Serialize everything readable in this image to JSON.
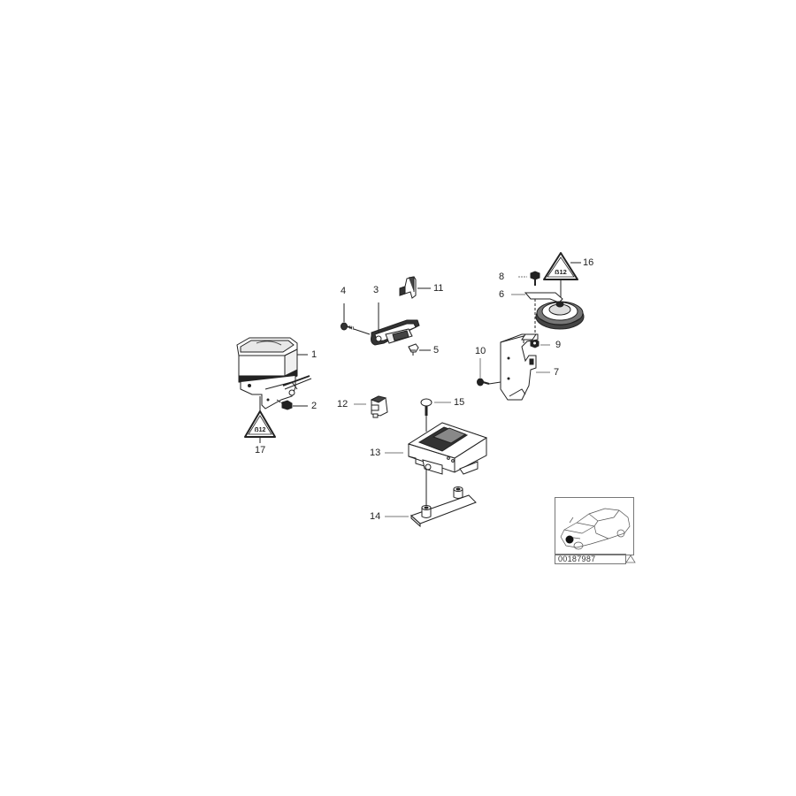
{
  "diagram": {
    "type": "exploded-parts-diagram",
    "background": "#ffffff",
    "line_color": "#222222",
    "callouts": [
      {
        "number": "1",
        "part": "relay-module"
      },
      {
        "number": "2",
        "part": "hex-nut"
      },
      {
        "number": "3",
        "part": "connector-holder"
      },
      {
        "number": "4",
        "part": "screw"
      },
      {
        "number": "5",
        "part": "clip"
      },
      {
        "number": "6",
        "part": "horn-bracket"
      },
      {
        "number": "7",
        "part": "mounting-bracket"
      },
      {
        "number": "8",
        "part": "bolt"
      },
      {
        "number": "9",
        "part": "nut"
      },
      {
        "number": "10",
        "part": "bolt"
      },
      {
        "number": "11",
        "part": "clip"
      },
      {
        "number": "12",
        "part": "connector"
      },
      {
        "number": "13",
        "part": "control-unit"
      },
      {
        "number": "14",
        "part": "base-plate"
      },
      {
        "number": "15",
        "part": "bolt"
      },
      {
        "number": "16",
        "part": "warning-label"
      },
      {
        "number": "17",
        "part": "warning-label"
      }
    ]
  },
  "labels": {
    "c1": "1",
    "c2": "2",
    "c3": "3",
    "c4": "4",
    "c5": "5",
    "c6": "6",
    "c7": "7",
    "c8": "8",
    "c9": "9",
    "c10": "10",
    "c11": "11",
    "c12": "12",
    "c13": "13",
    "c14": "14",
    "c15": "15",
    "c16": "16",
    "c17": "17"
  },
  "thumbnail": {
    "code": "00187987",
    "icon": "car-location-icon",
    "marker": "warning-triangle-icon"
  }
}
